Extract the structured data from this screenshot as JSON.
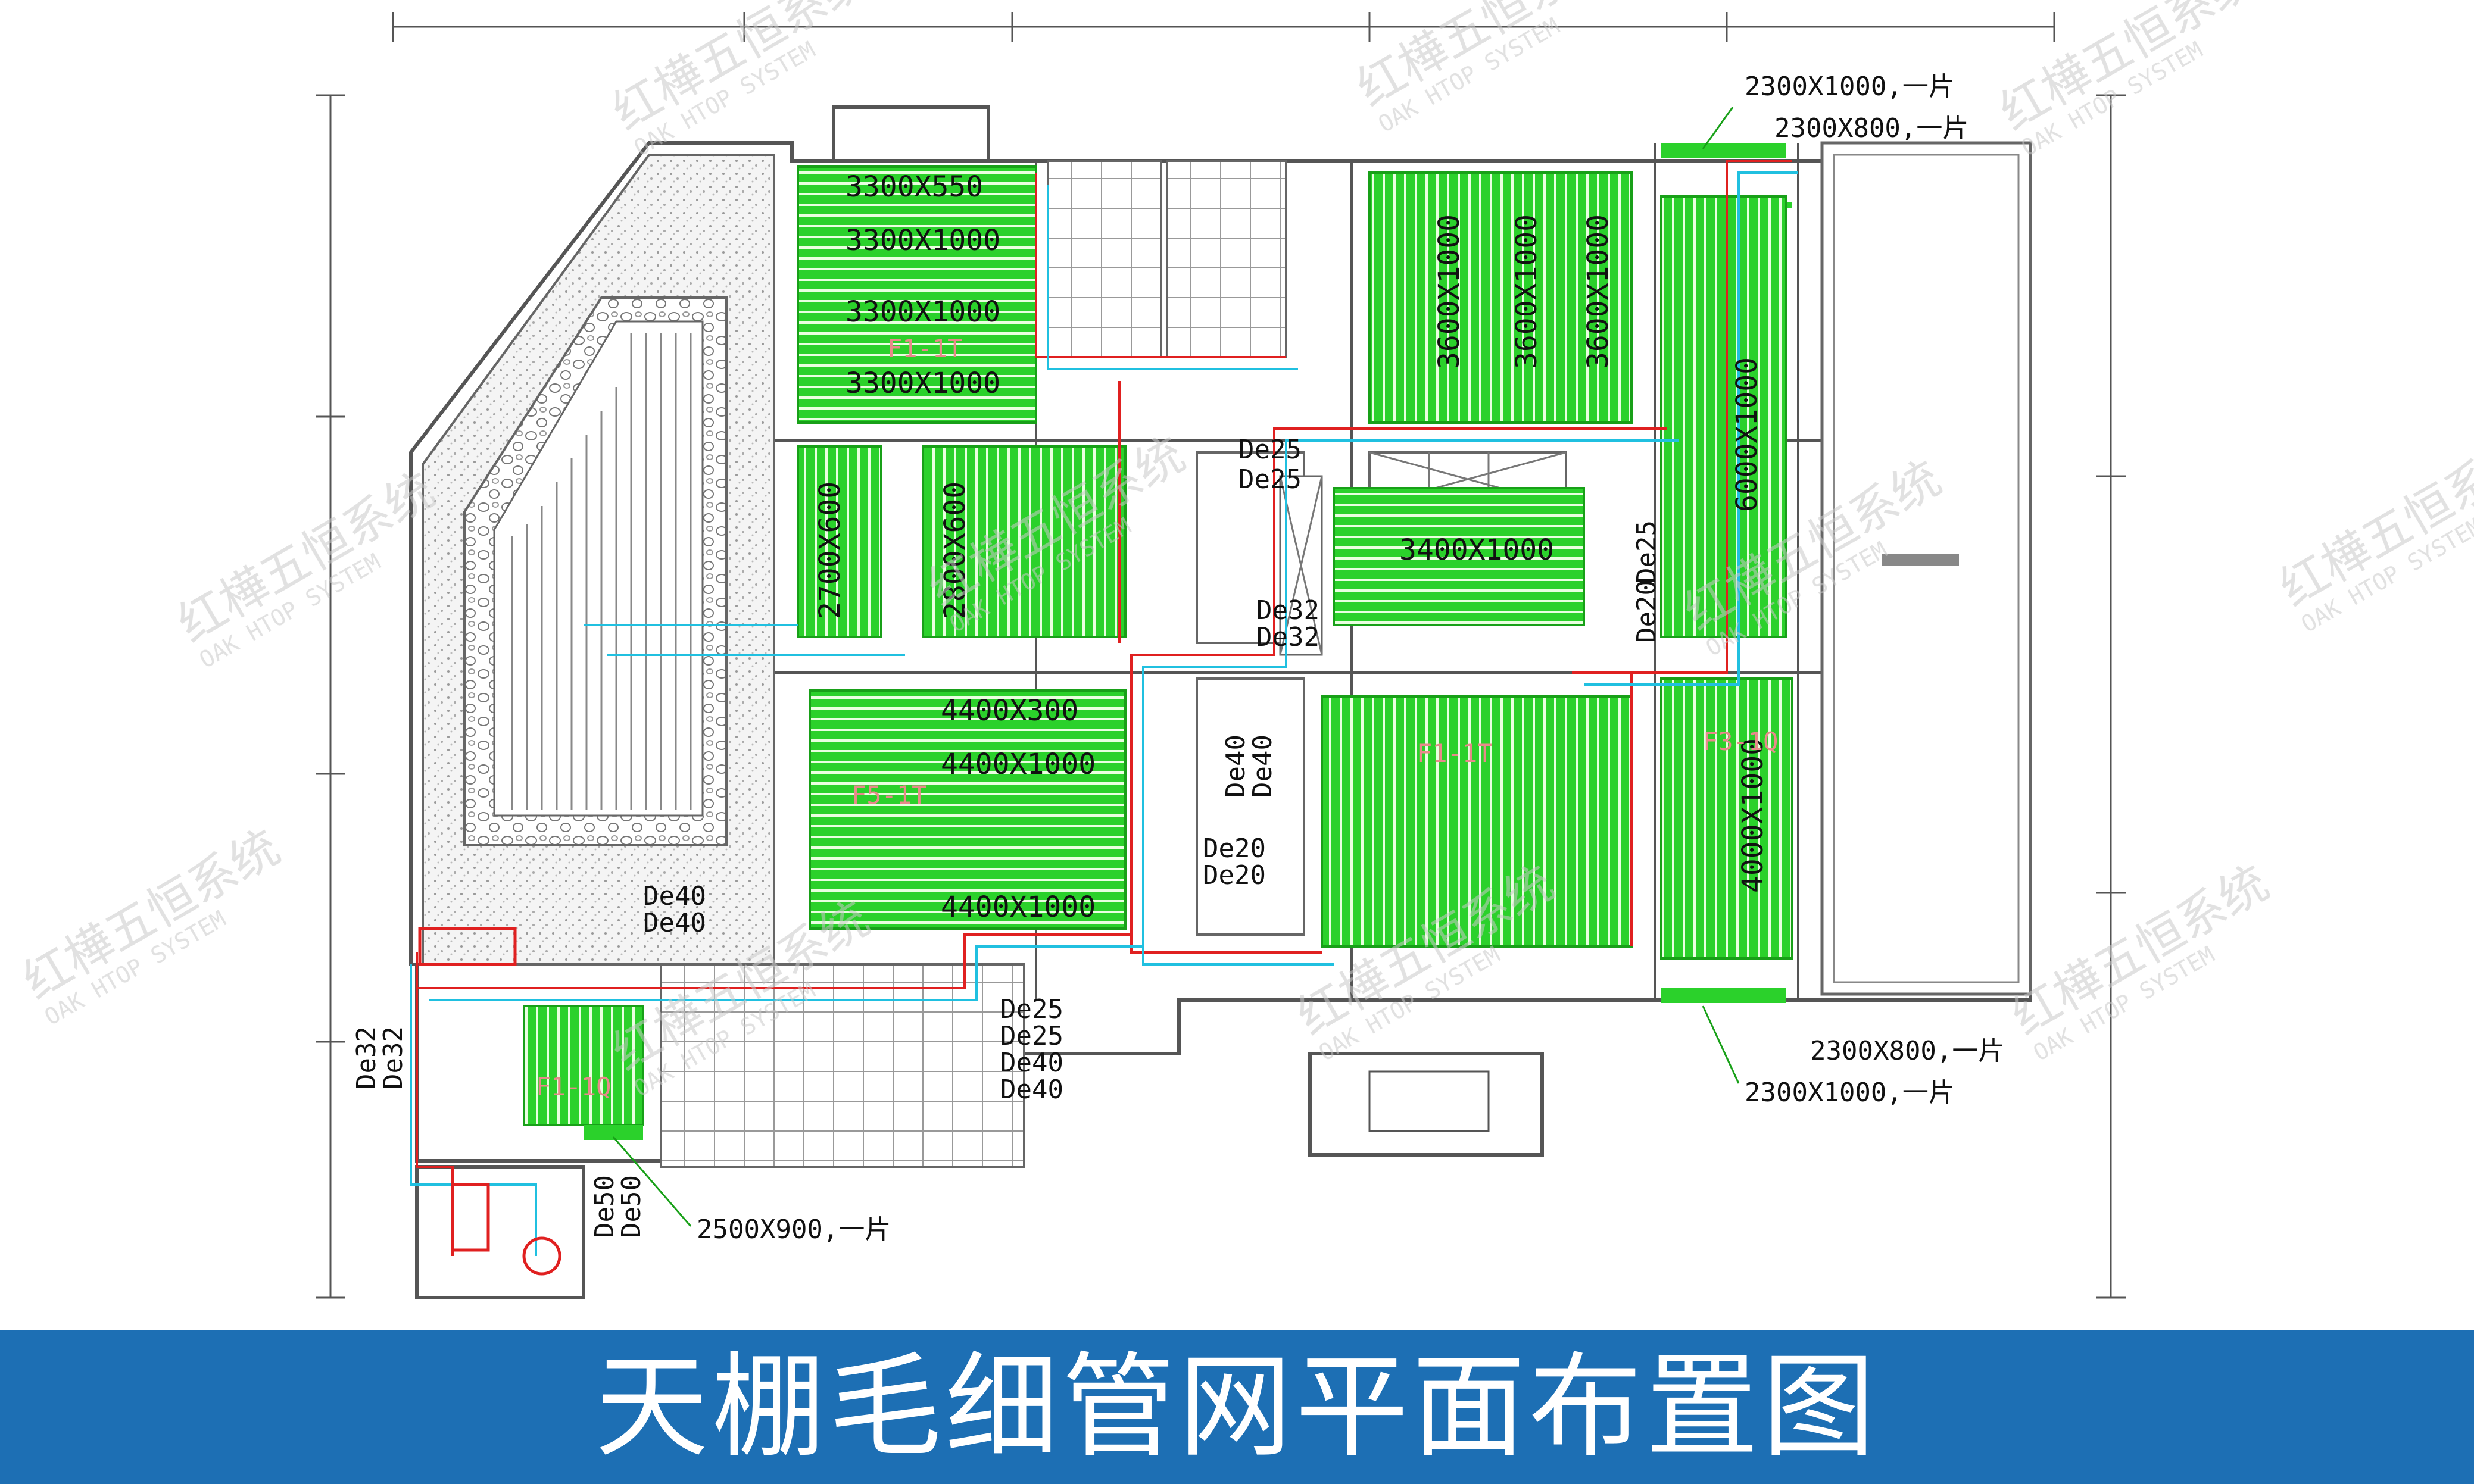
{
  "caption": "天棚毛细管网平面布置图",
  "watermark": {
    "cn": "红樺五恒系统",
    "en": "OAK HTOP SYSTEM"
  },
  "panels": {
    "p1": "3300X550",
    "p2": "3300X1000",
    "p3": "3300X1000",
    "p4": "3300X1000",
    "p5": "3600X1000",
    "p6": "3600X1000",
    "p7": "3600X1000",
    "p8": "3400X1000",
    "p9": "6000X1000",
    "p10": "4400X300",
    "p11": "4400X1000",
    "p12": "4400X1000",
    "p13": "2700X600",
    "p14": "2800X600",
    "p15": "4000X1000",
    "p16": "2300X1000,一片",
    "p17": "2300X800,一片",
    "p18": "2300X800,一片",
    "p19": "2300X1000,一片",
    "p20": "2500X900,一片"
  },
  "zones": {
    "z1": "F1-1T",
    "z2": "F5-1T",
    "z3": "F1-1T",
    "z4": "F3-1Q",
    "z5": "F1-1Q"
  },
  "pipes": {
    "a": "De25",
    "b": "De25",
    "c": "De32",
    "d": "De32",
    "e": "De40",
    "f": "De40",
    "g": "De20",
    "h": "De20",
    "i": "De40",
    "j": "De40",
    "k": "De32",
    "l": "De32",
    "m": "De50",
    "n": "De50",
    "o": "De25",
    "p": "De25",
    "q": "De40",
    "r": "De40",
    "s": "De20",
    "t": "De25"
  },
  "colors": {
    "accent": "#1d6fb4",
    "panel": "#2bd12b",
    "supply": "#e02020",
    "return": "#20c0e0",
    "wall": "#555555"
  }
}
